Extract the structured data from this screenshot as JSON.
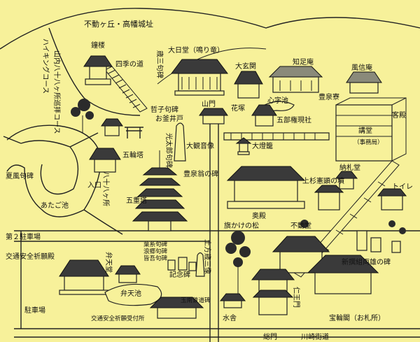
{
  "colors": {
    "background": "#f7f19a",
    "ink": "#222222"
  },
  "map": {
    "top_label": "不動ヶ丘・高幡城址",
    "hiking_course": "ハイキングコース",
    "yamauchi_88": "山内八十八ヶ所巡拝コース",
    "labels": {
      "shoro": "鐘楼",
      "shiki_no_michi": "四季の道",
      "toshizo_hi": "歳三句碑",
      "dainichido": "大日堂（鳴り竜）",
      "daigenkan": "大玄関",
      "chisokuan": "知足庵",
      "fushinan": "風信庵",
      "shinjiike": "心字池",
      "toyoizumi_ryo": "豊泉寮",
      "kyakuden": "客殿",
      "kodo": "講堂",
      "jimukyoku": "（事務局）",
      "tetsushi_kuhi": "哲子句碑",
      "okamaido": "お釜井戸",
      "sanmon": "山門",
      "hanazuka": "花塚",
      "gobu_gongensha": "五部権現社",
      "gorinto": "五輪塔",
      "kotaro_kuhi": "光太郎句碑",
      "daikannon": "大観音像",
      "taitoro": "大燈籠",
      "natsukaze_kuhi": "夏風句碑",
      "atago_ike": "あたご池",
      "iriguchi": "入口",
      "hachijuhachi": "八十八ヶ所",
      "gojunoto": "五重塔",
      "toyoso_hi": "豊泉翁の碑",
      "uesugi_kenshin": "上杉憲顕の墳",
      "nosatsudo": "納札堂",
      "toilet": "トイレ",
      "okuden": "奥殿",
      "hatakake_matsu": "旗かけの松",
      "fudodo": "不動堂",
      "daini_chushajo": "第２駐車場",
      "kotsu_anzen": "交通安全祈願殿",
      "shinsen_hi": "新撰組両雄の碑",
      "kuhi_kazuhisa": "葉糸句碑",
      "ryugo_kuhi": "浪郷句碑",
      "kaihi": "皆吾句碑",
      "bentendo": "弁天堂",
      "bentenike": "弁天池",
      "hijikata_zo": "土方歳三像",
      "kinenhi": "記念碑",
      "gyokunan_hi": "玉南鉄道碑",
      "chushajo": "駐車場",
      "kotsu_uketsuke": "交通安全祈願受付所",
      "suisha": "水舎",
      "niomon": "仁王門",
      "horinkaku": "宝輪閣（お札所）",
      "somon": "総門",
      "kawasaki_kaido": "川崎街道"
    }
  }
}
